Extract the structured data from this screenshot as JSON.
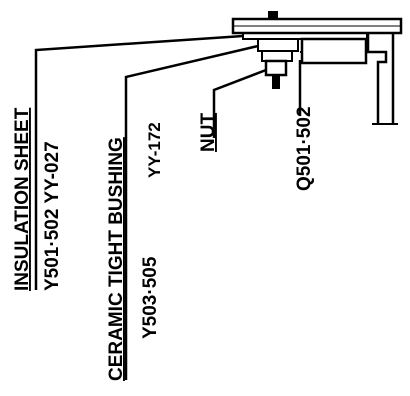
{
  "labels": {
    "insulation_sheet": "INSULATION SHEET",
    "insulation_sheet_codes": "Y501·502 YY-027",
    "ceramic_tight_bushing": "CERAMIC TIGHT BUSHING",
    "ceramic_tight_bushing_code1": "YY-172",
    "ceramic_tight_bushing_code2": "Y503·505",
    "nut": "NUT",
    "transistor": "Q501·502"
  },
  "colors": {
    "ink": "#000000",
    "paper": "#ffffff"
  }
}
